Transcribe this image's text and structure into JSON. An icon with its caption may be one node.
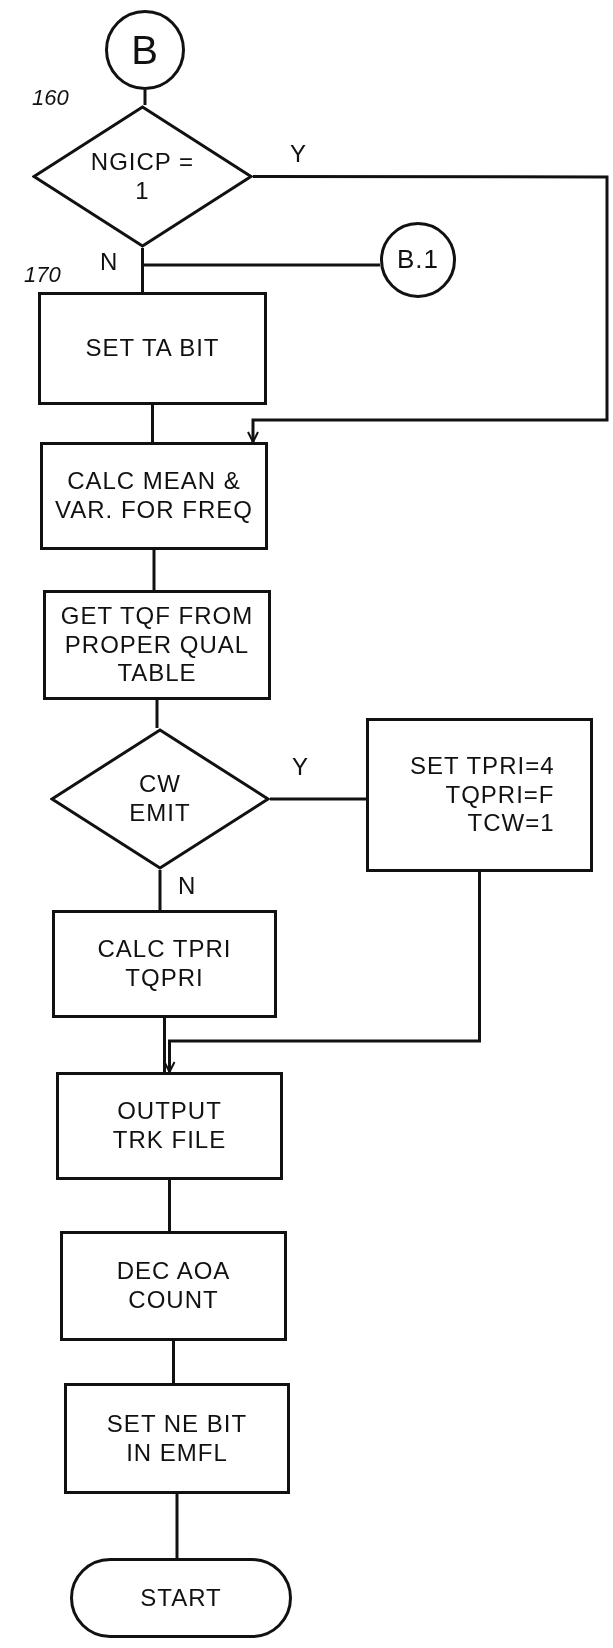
{
  "diagram": {
    "nodes": [
      {
        "text": [
          "B"
        ]
      },
      {
        "text": [
          "NGICP = 1"
        ],
        "beside": [
          "160"
        ]
      },
      {
        "text": [
          "B.1"
        ]
      },
      {
        "text": [
          "SET TA BIT"
        ],
        "beside": [
          "170"
        ]
      },
      {
        "text": [
          "CALC MEAN & VAR. FOR FREQ"
        ]
      },
      {
        "text": [
          "GET TQF FROM PROPER QUAL TABLE"
        ]
      },
      {
        "text": [
          "CW EMIT"
        ]
      },
      {
        "text": [
          "SET TPRI=4 TQPRI=F TCW=1"
        ]
      },
      {
        "text": [
          "CALC TPRI TQPRI"
        ]
      },
      {
        "text": [
          "OUTPUT TRK FILE"
        ]
      },
      {
        "text": [
          "DEC AOA COUNT"
        ]
      },
      {
        "text": [
          "SET NE BIT IN EMFL"
        ]
      },
      {
        "text": [
          "START"
        ]
      }
    ],
    "edges": [
      {
        "from": 0,
        "to": 1,
        "arrow": "none"
      },
      {
        "from": 1,
        "to": 3,
        "arrow": "none",
        "label": "N"
      },
      {
        "from": 1,
        "to": 2,
        "arrow": "none"
      },
      {
        "from": 1,
        "to": 4,
        "arrow": "to",
        "label": "Y"
      },
      {
        "from": 3,
        "to": 4,
        "arrow": "none"
      },
      {
        "from": 4,
        "to": 5,
        "arrow": "none"
      },
      {
        "from": 5,
        "to": 6,
        "arrow": "none"
      },
      {
        "from": 6,
        "to": 7,
        "arrow": "none",
        "label": "Y"
      },
      {
        "from": 6,
        "to": 8,
        "arrow": "none",
        "label": "N"
      },
      {
        "from": 7,
        "to": 9,
        "arrow": "to"
      },
      {
        "from": 8,
        "to": 9,
        "arrow": "none"
      },
      {
        "from": 9,
        "to": 10,
        "arrow": "none"
      },
      {
        "from": 10,
        "to": 11,
        "arrow": "none"
      },
      {
        "from": 11,
        "to": 12,
        "arrow": "none"
      }
    ]
  }
}
